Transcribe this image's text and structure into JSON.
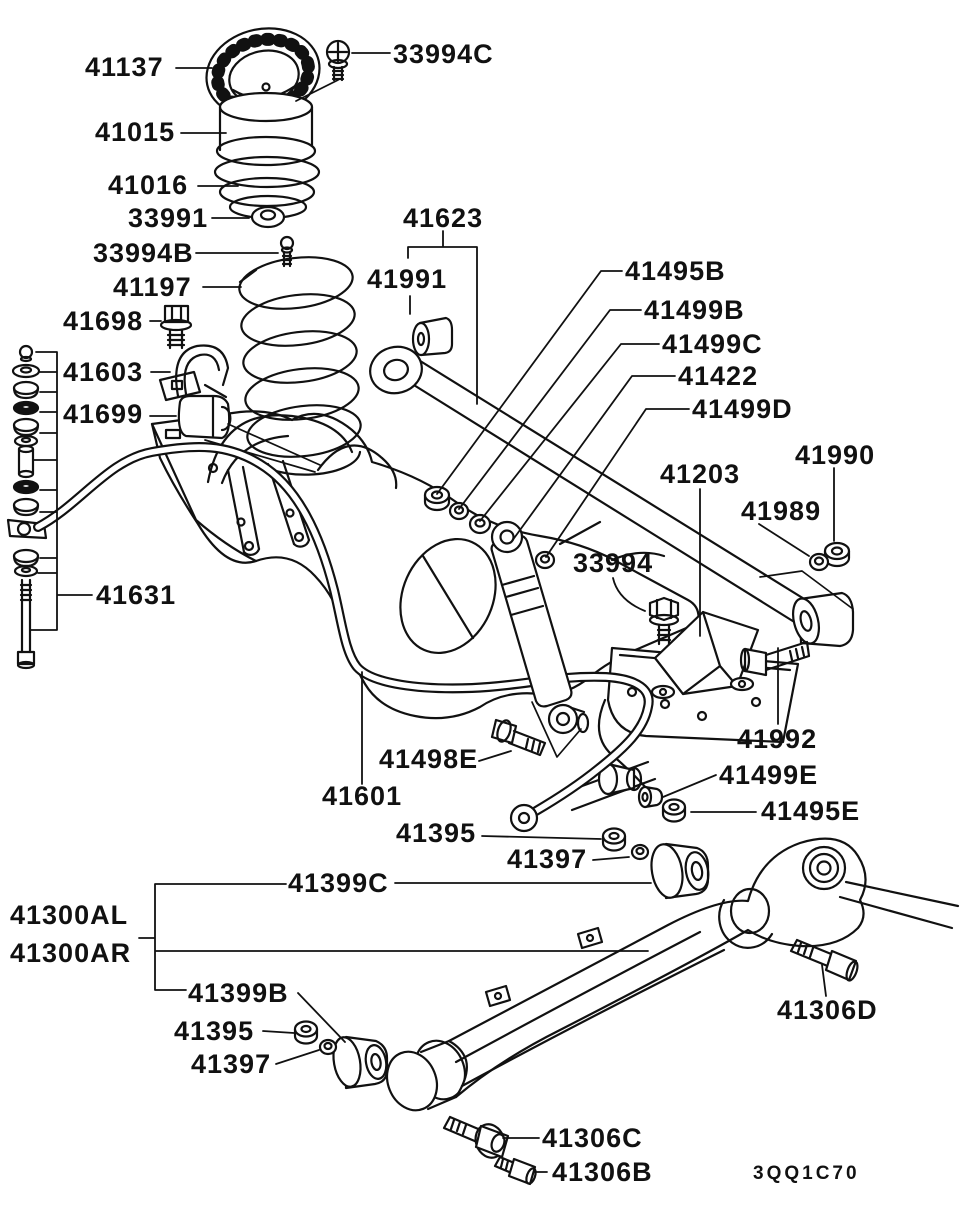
{
  "diagram": {
    "code": "3QQ1C70",
    "colors": {
      "ink": "#111111",
      "paper": "#ffffff"
    },
    "labels": {
      "p41137": "41137",
      "p33994C": "33994C",
      "p41015": "41015",
      "p41016": "41016",
      "p33991": "33991",
      "p33994B": "33994B",
      "p41197": "41197",
      "p41698": "41698",
      "p41623": "41623",
      "p41991": "41991",
      "p41603": "41603",
      "p41699": "41699",
      "p41495B": "41495B",
      "p41499B": "41499B",
      "p41499C": "41499C",
      "p41422": "41422",
      "p41499D": "41499D",
      "p41203": "41203",
      "p41990": "41990",
      "p41989": "41989",
      "p33994": "33994",
      "p41631": "41631",
      "p41498E": "41498E",
      "p41601": "41601",
      "p41992": "41992",
      "p41499E": "41499E",
      "p41495E": "41495E",
      "p41395_upper": "41395",
      "p41397_upper": "41397",
      "p41399C": "41399C",
      "p41300AL": "41300AL",
      "p41300AR": "41300AR",
      "p41399B": "41399B",
      "p41395_lower": "41395",
      "p41397_lower": "41397",
      "p41306D": "41306D",
      "p41306C": "41306C",
      "p41306B": "41306B"
    }
  }
}
